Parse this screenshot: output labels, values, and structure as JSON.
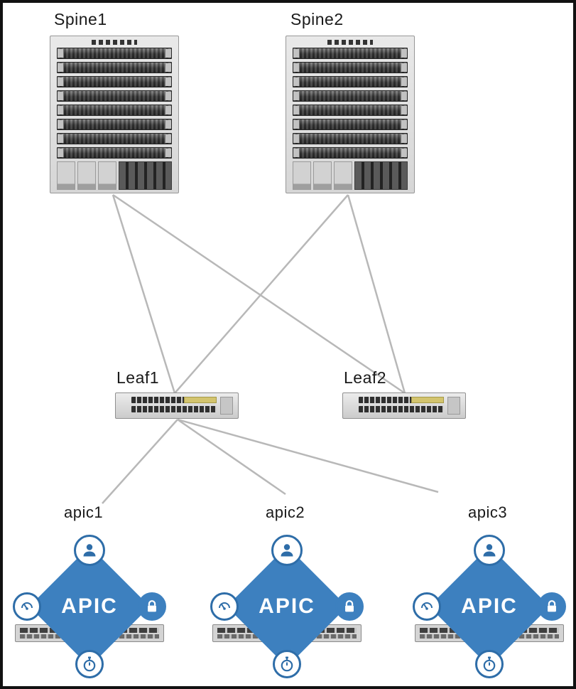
{
  "nodes": {
    "spine1": {
      "label": "Spine1"
    },
    "spine2": {
      "label": "Spine2"
    },
    "leaf1": {
      "label": "Leaf1"
    },
    "leaf2": {
      "label": "Leaf2"
    },
    "apic1": {
      "label": "apic1",
      "diamond_text": "APIC"
    },
    "apic2": {
      "label": "apic2",
      "diamond_text": "APIC"
    },
    "apic3": {
      "label": "apic3",
      "diamond_text": "APIC"
    }
  },
  "apic_icons": [
    "user-icon",
    "gauge-icon",
    "lock-icon",
    "stopwatch-icon"
  ],
  "connections": [
    {
      "from": "spine1",
      "to": "leaf1"
    },
    {
      "from": "spine1",
      "to": "leaf2"
    },
    {
      "from": "spine2",
      "to": "leaf1"
    },
    {
      "from": "spine2",
      "to": "leaf2"
    },
    {
      "from": "leaf1",
      "to": "apic1"
    },
    {
      "from": "leaf1",
      "to": "apic2"
    },
    {
      "from": "leaf1",
      "to": "apic3"
    }
  ],
  "colors": {
    "apic_blue": "#3d80bf",
    "icon_blue": "#2e6da8",
    "line_gray": "#b8b8b8",
    "border_black": "#111111"
  }
}
